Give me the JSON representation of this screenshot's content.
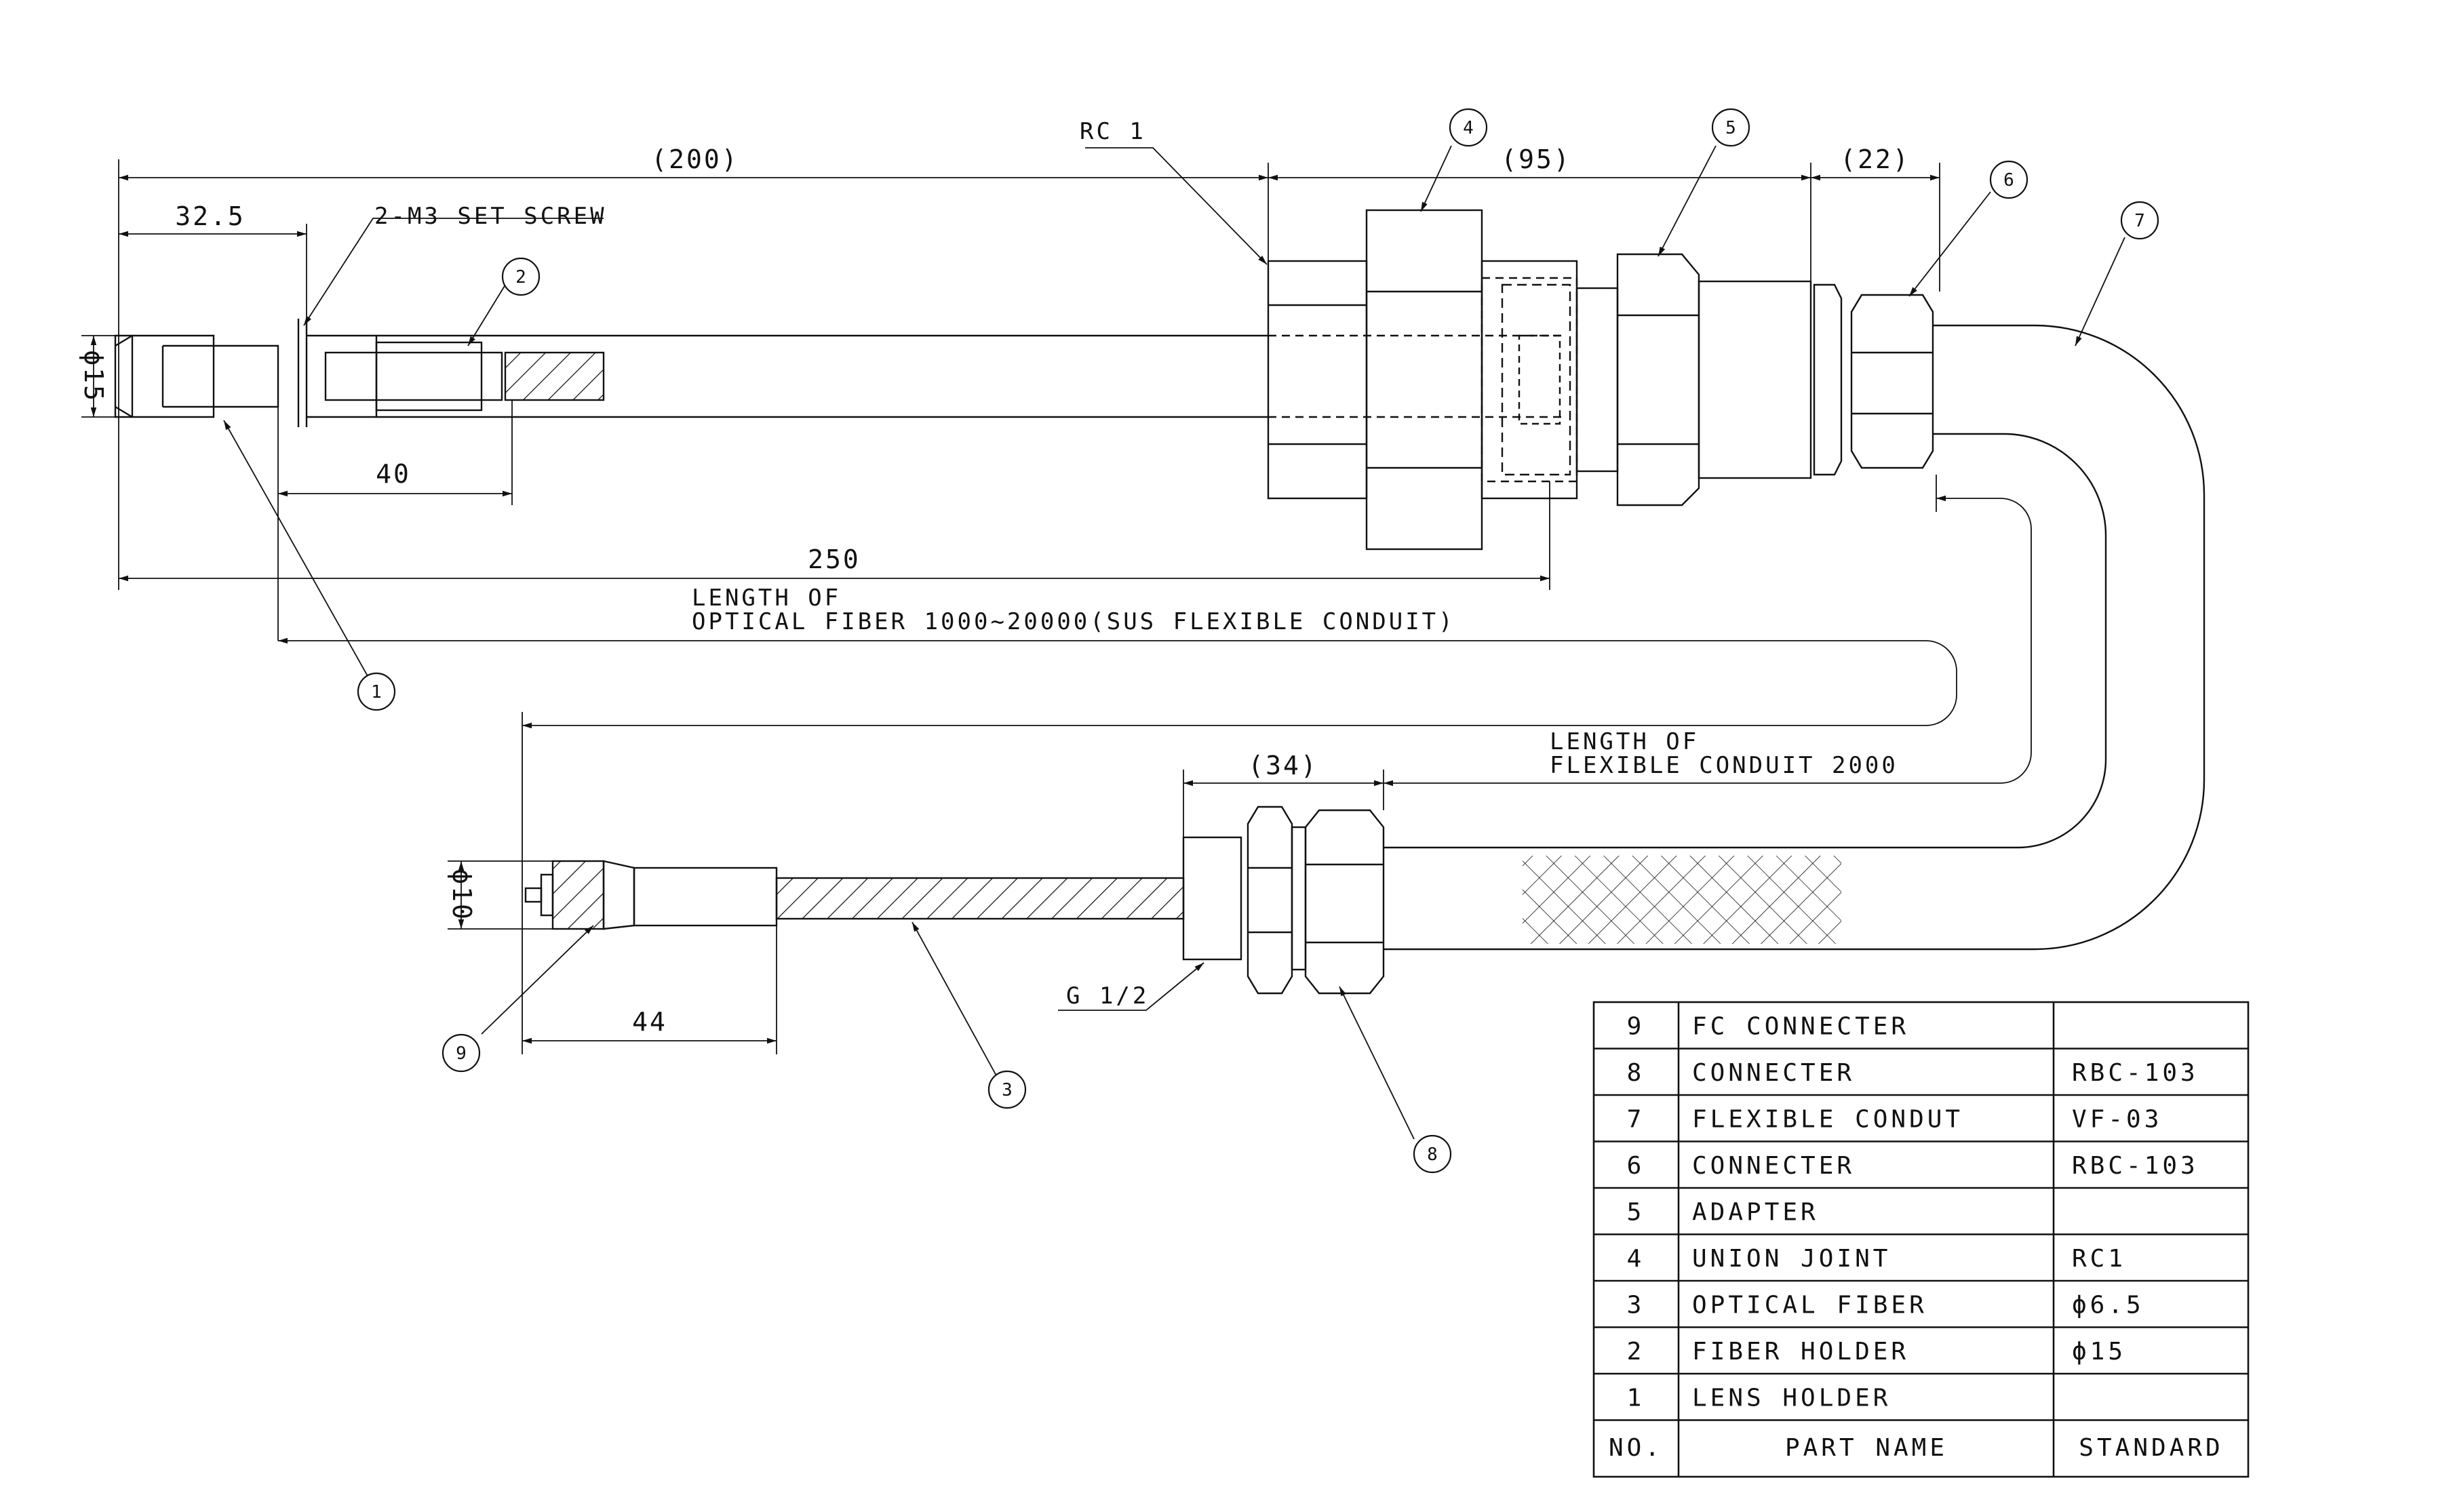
{
  "dimensions": {
    "d200": "(200)",
    "d32_5": "32.5",
    "set_screw": "2-M3 SET SCREW",
    "rc1": "RC 1",
    "d95": "(95)",
    "d22": "(22)",
    "phi15": "ϕ15",
    "d40": "40",
    "d250": "250",
    "fiber_len_l1": "LENGTH OF",
    "fiber_len_l2": "OPTICAL FIBER  1000~20000(SUS FLEXIBLE CONDUIT)",
    "conduit_len_l1": "LENGTH OF",
    "conduit_len_l2": "FLEXIBLE CONDUIT  2000",
    "d34": "(34)",
    "phi10": "ϕ10",
    "d44": "44",
    "g12": "G 1/2"
  },
  "balloons": [
    "1",
    "2",
    "3",
    "4",
    "5",
    "6",
    "7",
    "8",
    "9"
  ],
  "parts_list": {
    "rows": [
      {
        "no": "9",
        "name": "FC CONNECTER",
        "standard": ""
      },
      {
        "no": "8",
        "name": "CONNECTER",
        "standard": "RBC-103"
      },
      {
        "no": "7",
        "name": "FLEXIBLE CONDUT",
        "standard": "VF-03"
      },
      {
        "no": "6",
        "name": "CONNECTER",
        "standard": "RBC-103"
      },
      {
        "no": "5",
        "name": "ADAPTER",
        "standard": ""
      },
      {
        "no": "4",
        "name": "UNION JOINT",
        "standard": "RC1"
      },
      {
        "no": "3",
        "name": "OPTICAL FIBER",
        "standard": "ϕ6.5"
      },
      {
        "no": "2",
        "name": "FIBER HOLDER",
        "standard": "ϕ15"
      },
      {
        "no": "1",
        "name": "LENS HOLDER",
        "standard": ""
      }
    ],
    "header": {
      "no": "NO.",
      "name": "PART NAME",
      "standard": "STANDARD"
    }
  }
}
